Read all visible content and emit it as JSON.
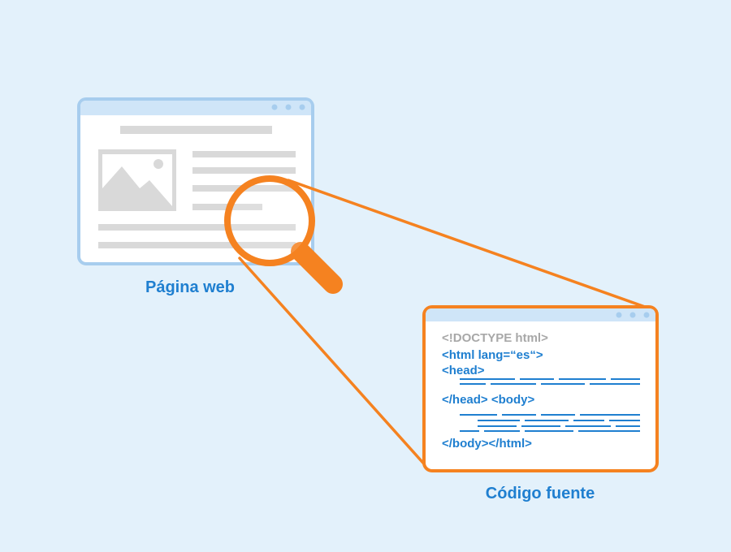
{
  "webpage": {
    "label": "Página web"
  },
  "source": {
    "label": "Código fuente",
    "code": {
      "doctype": "<!DOCTYPE html>",
      "html_open": "<html lang=“es“>",
      "head_open": "<head>",
      "head_close_body_open": "</head> <body>",
      "body_close_html_close": "</body></html>"
    }
  },
  "colors": {
    "background": "#e3f1fb",
    "accent_orange": "#f58220",
    "accent_blue": "#1f7fd0",
    "window_border": "#a7cdee",
    "window_titlebar": "#cfe5f8",
    "placeholder_gray": "#d9d9d9",
    "doctype_gray": "#a8a8a8"
  },
  "icons": {
    "magnifier": "magnifying-glass-icon",
    "image_placeholder": "image-icon"
  }
}
